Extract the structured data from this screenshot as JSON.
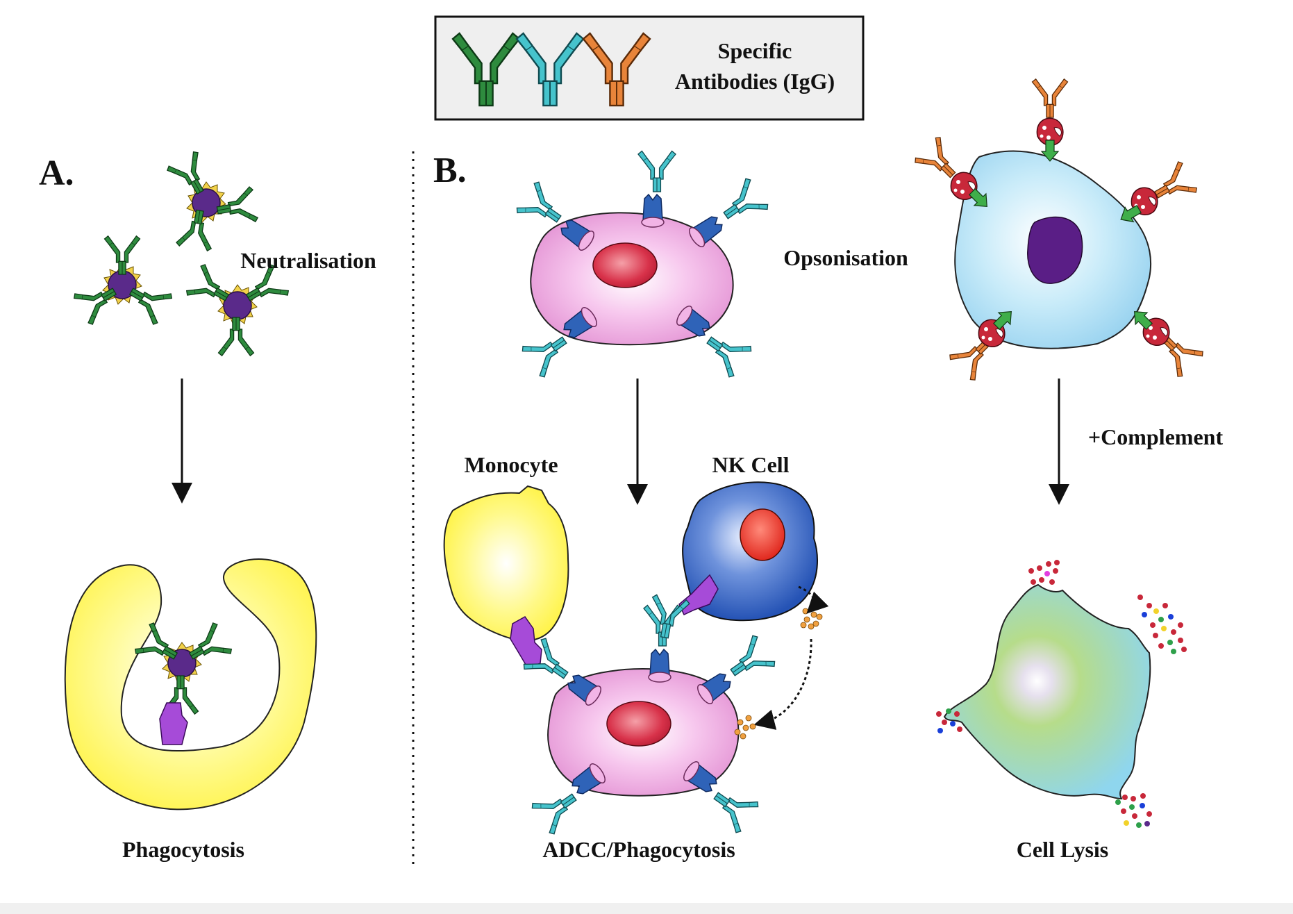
{
  "legend": {
    "line1": "Specific",
    "line2": "Antibodies (IgG)",
    "antibody_colors": [
      "#2e8b3e",
      "#3fbfc8",
      "#e8843a"
    ]
  },
  "panels": {
    "a_label": "A.",
    "b_label": "B."
  },
  "labels": {
    "neutralisation": "Neutralisation",
    "opsonisation": "Opsonisation",
    "monocyte": "Monocyte",
    "nk_cell": "NK Cell",
    "complement": "+Complement",
    "phagocytosis": "Phagocytosis",
    "adcc": "ADCC/Phagocytosis",
    "cell_lysis": "Cell Lysis"
  },
  "colors": {
    "virus": "#5a2a8a",
    "target_cell": "#f2a6e0",
    "nucleus_red": "#d8324a",
    "monocyte": "#fff36a",
    "nk_cell": "#2f5fc0",
    "opsonised_cell": "#a9dcf2",
    "receptor_blue": "#2f63b8",
    "fc_receptor_purple": "#a64bd8",
    "complement_red": "#c8283a"
  }
}
